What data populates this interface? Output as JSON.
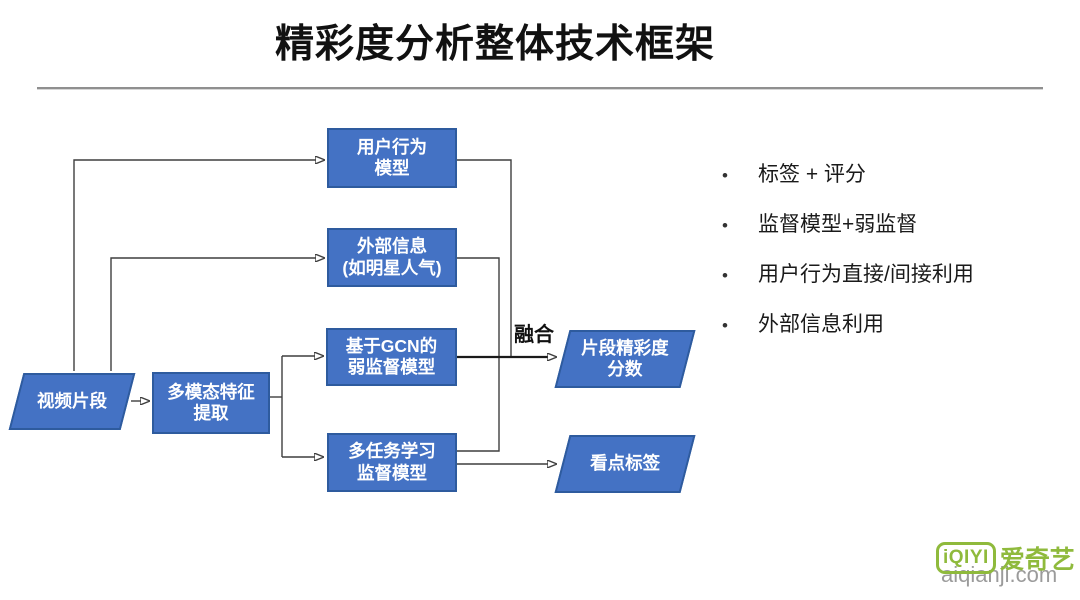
{
  "slide": {
    "title": "精彩度分析整体技术框架"
  },
  "diagram": {
    "nodes": {
      "video_clip": "视频片段",
      "multimodal_feature": "多模态特征\n提取",
      "user_behavior_model": "用户行为\n模型",
      "external_info": "外部信息\n(如明星人气)",
      "gcn_weak_model": "基于GCN的\n弱监督模型",
      "multitask_model": "多任务学习\n监督模型",
      "highlight_score": "片段精彩度\n分数",
      "highlight_tag": "看点标签"
    },
    "edge_labels": {
      "fusion": "融合"
    },
    "colors": {
      "node_fill": "#4472C4",
      "node_border": "#2E5B9E",
      "connector": "#3f3f3f"
    }
  },
  "bullets": {
    "marker": "•",
    "items": [
      "标签 + 评分",
      "监督模型+弱监督",
      "用户行为直接/间接利用",
      "外部信息利用"
    ]
  },
  "footer": {
    "logo_text": "iQIYI",
    "logo_cn": "爱奇艺",
    "watermark": "aiqianji.com",
    "logo_color": "#8FBA3C"
  }
}
